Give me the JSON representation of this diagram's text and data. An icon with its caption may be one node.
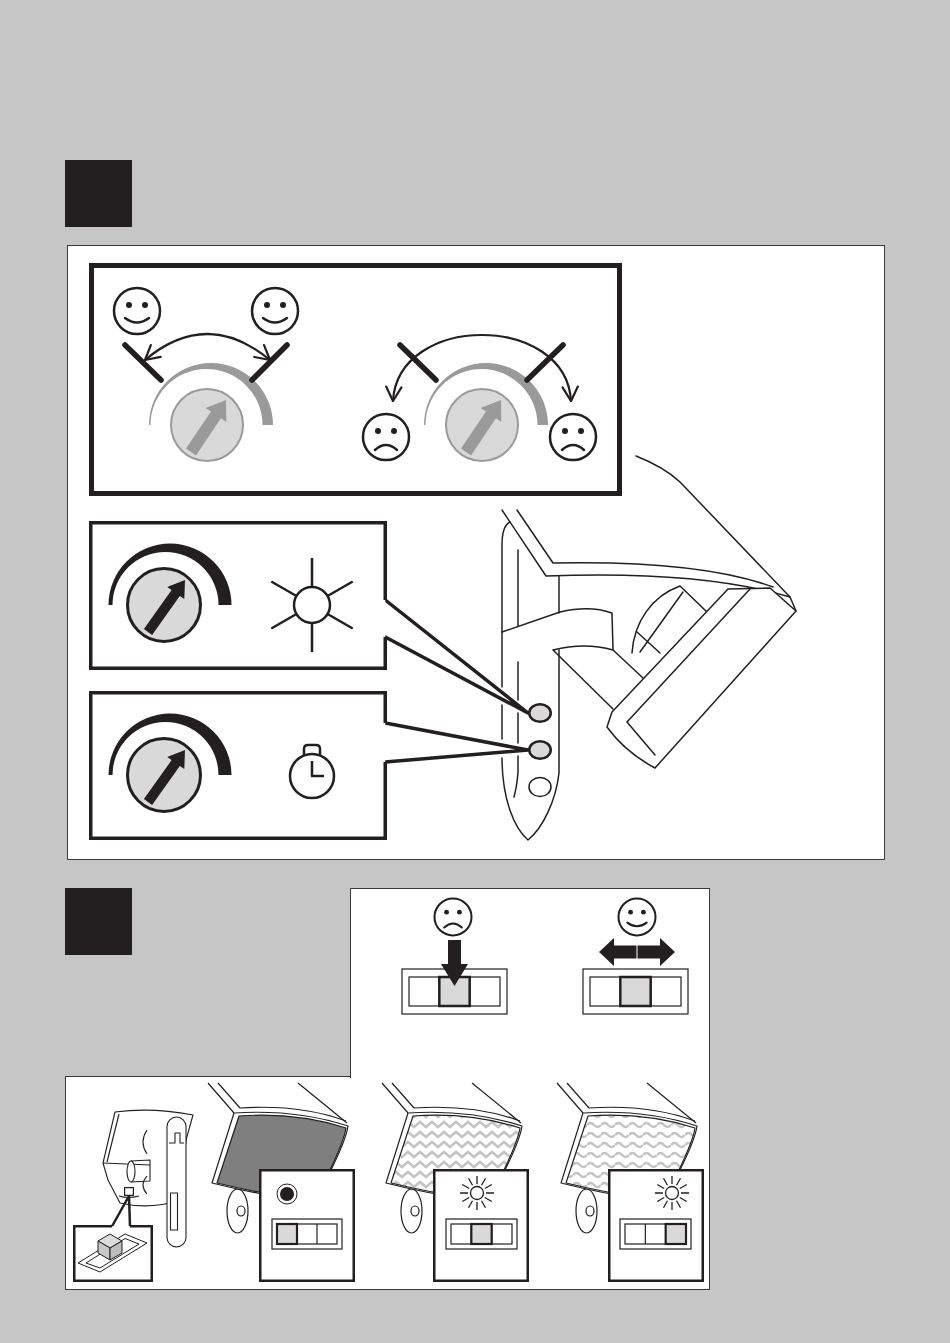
{
  "diagram": {
    "nodes": [
      {
        "text": [],
        "shape": "box"
      },
      {
        "text": [],
        "shape": "box"
      },
      {
        "text": [],
        "shape": "box"
      },
      {
        "text": [],
        "shape": "circle"
      },
      {
        "text": [],
        "shape": "circle"
      },
      {
        "text": [],
        "shape": "box"
      },
      {
        "text": [],
        "shape": "box"
      },
      {
        "text": [],
        "shape": "box"
      },
      {
        "text": [],
        "shape": "box"
      },
      {
        "text": [],
        "shape": "box"
      }
    ],
    "edges": [
      {
        "from": 1,
        "to": 3,
        "arrow": "none"
      },
      {
        "from": 2,
        "to": 4,
        "arrow": "none"
      },
      {
        "from": 6,
        "to": 5,
        "arrow": "none"
      }
    ]
  }
}
